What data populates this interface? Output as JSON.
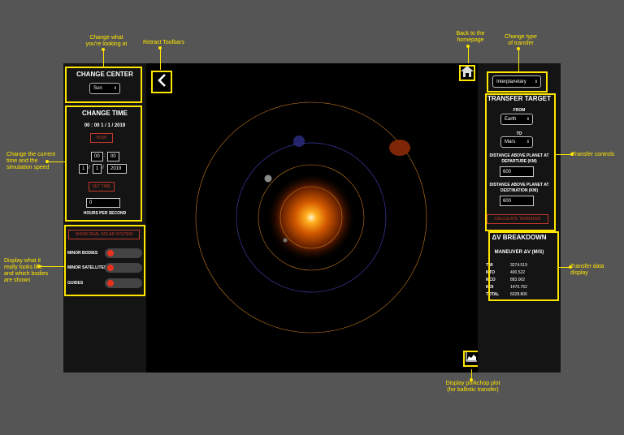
{
  "left": {
    "change_center": {
      "title": "CHANGE CENTER",
      "select_value": "Sun"
    },
    "change_time": {
      "title": "CHANGE TIME",
      "current_time": "00 : 00 1 / 1 / 2019",
      "now_label": "NOW",
      "hour": "00",
      "minute": "00",
      "time_sep": ":",
      "month": "1",
      "day": "1",
      "year": "2019",
      "date_sep": "/",
      "set_time_label": "SET TIME",
      "rate_value": "0",
      "rate_label": "HOURS PER SECOND"
    },
    "display": {
      "show_real_label": "SHOW REAL SOLAR SYSTEM",
      "toggles": [
        {
          "label": "MINOR BODIES"
        },
        {
          "label": "MINOR SATELLITES"
        },
        {
          "label": "GUIDES"
        }
      ]
    }
  },
  "right": {
    "transfer_type": "Interplanetary",
    "transfer_target": {
      "title": "TRANSFER TARGET",
      "from_label": "FROM",
      "from_value": "Earth",
      "to_label": "TO",
      "to_value": "Mars",
      "dep_label": "DISTANCE ABOVE PLANET AT DEPARTURE (KM)",
      "dep_value": "600",
      "dest_label": "DISTANCE ABOVE PLANET AT DESTINATION (KM)",
      "dest_value": "600",
      "calc_label": "CALCULATE TRANSFER"
    },
    "dv_breakdown": {
      "title": "ΔV BREAKDOWN",
      "subtitle": "MANEUVER ΔV (M/S)",
      "rows": [
        {
          "name": "TMI",
          "value": "3274.519"
        },
        {
          "name": "MTO",
          "value": "400.522"
        },
        {
          "name": "MCO",
          "value": "883.002"
        },
        {
          "name": "MOI",
          "value": "1470.762"
        },
        {
          "name": "TOTAL",
          "value": "6028.806"
        }
      ]
    }
  },
  "annotations": {
    "change_center": "Change what\nyou're looking at",
    "retract": "Retract Toolbars",
    "home": "Back to the\nhomepage",
    "transfer_type": "Change type\nof transfer",
    "change_time": "Change the current\ntime and the\nsimulation speed",
    "transfer_controls": "Transfer controls",
    "display": "Display what it\nreally looks like\nand which bodies\nare shown",
    "dv": "Transfer data\ndisplay",
    "porkchop": "Display porkchop plot\n(for ballistic transfer)"
  },
  "icons": {
    "back": "chevron-left-icon",
    "home": "home-icon",
    "porkchop": "porkchop-plot-icon",
    "select": "chevron-updown-icon"
  },
  "colors": {
    "highlight": "#ffe600",
    "accent_red": "#c0392b",
    "orbit_orange": "#c87a1e",
    "orbit_blue": "#3a3aa0",
    "sun": "#ff8a00"
  }
}
